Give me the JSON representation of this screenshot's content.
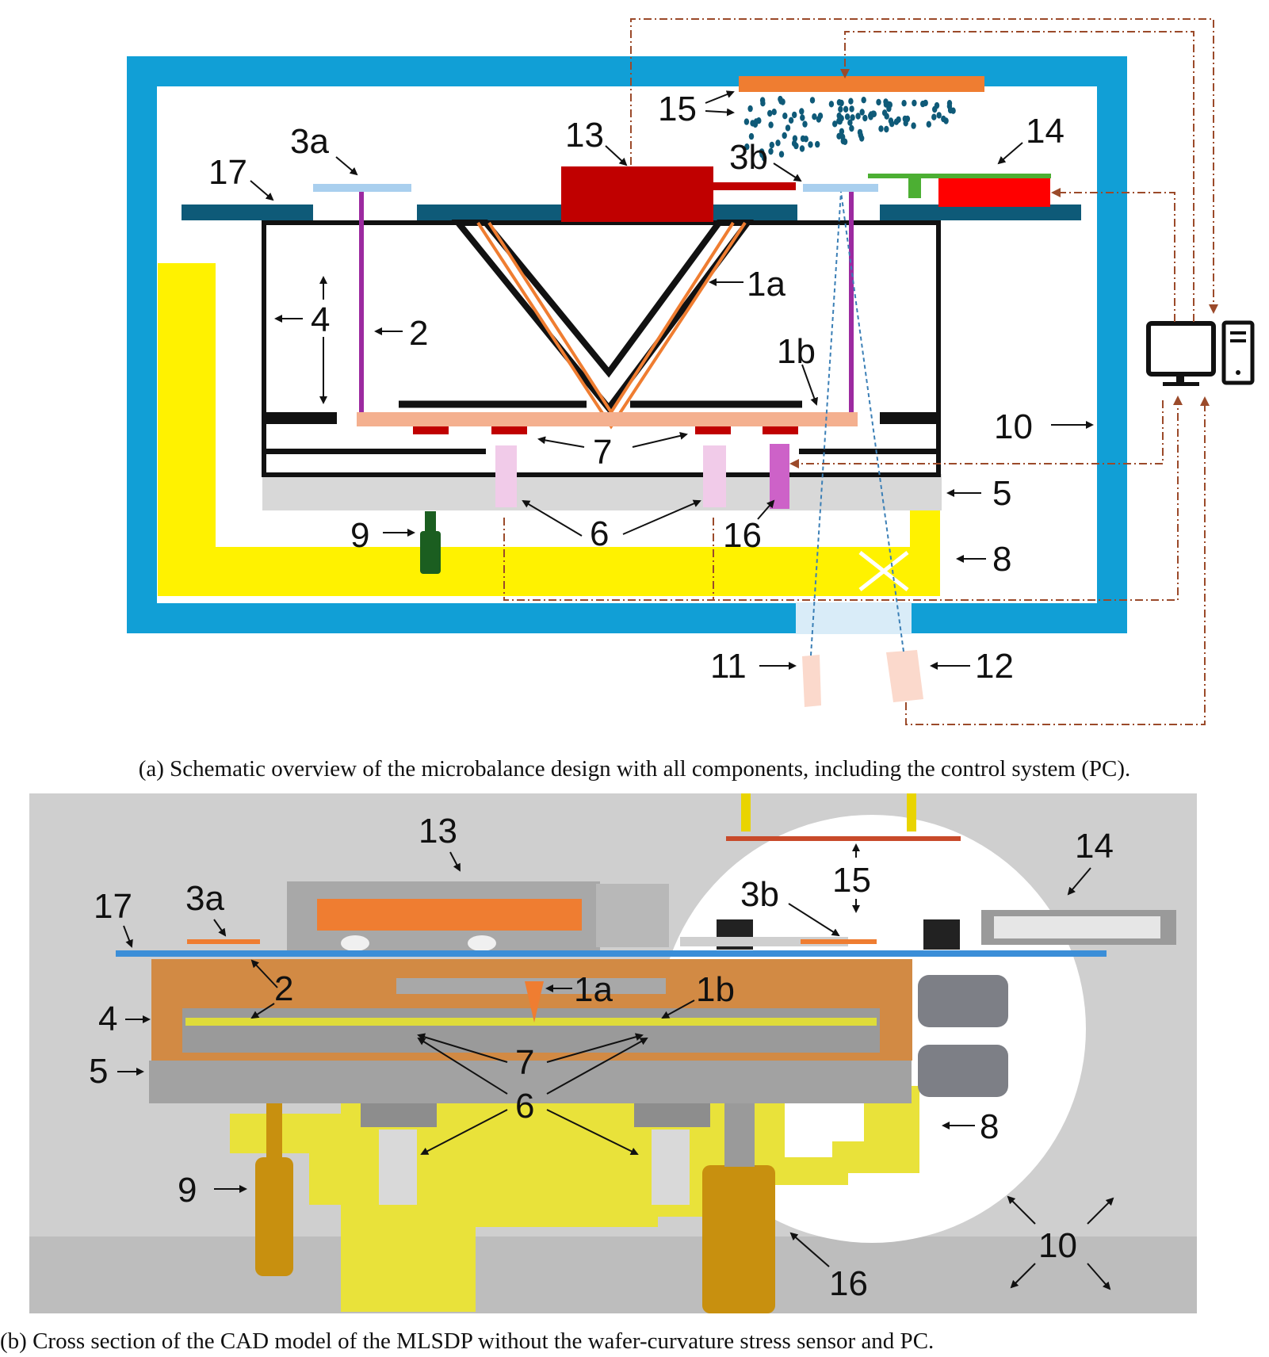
{
  "panel_a": {
    "caption": "(a) Schematic overview of the microbalance design with all components, including the control system (PC).",
    "labels": {
      "l17": "17",
      "l3a": "3a",
      "l13": "13",
      "l3b": "3b",
      "l14": "14",
      "l15": "15",
      "l4": "4",
      "l2": "2",
      "l1a": "1a",
      "l1b": "1b",
      "l7": "7",
      "l10": "10",
      "l5": "5",
      "l9": "9",
      "l6": "6",
      "l16": "16",
      "l8": "8",
      "l11": "11",
      "l12": "12"
    }
  },
  "panel_b": {
    "caption": "(b) Cross section of the CAD model of the MLSDP without the wafer-curvature stress sensor and PC.",
    "labels": {
      "l13": "13",
      "l14": "14",
      "l15": "15",
      "l17": "17",
      "l3a": "3a",
      "l3b": "3b",
      "l2": "2",
      "l1a": "1a",
      "l1b": "1b",
      "l4": "4",
      "l7": "7",
      "l5": "5",
      "l6": "6",
      "l8": "8",
      "l9": "9",
      "l10": "10",
      "l16": "16"
    }
  },
  "colors": {
    "chamber": "#119fd6",
    "frame": "#0e5a78",
    "yellow": "#fff200",
    "dark_red": "#c00000",
    "orange": "#ef7d31",
    "purple": "#9c2aa0",
    "peach": "#f4b08f",
    "red": "#ff0000",
    "green": "#4caf33",
    "dark_green": "#1b5e20",
    "pink": "#f1cbe9",
    "magenta": "#cd62c8",
    "gray": "#d8d8d8",
    "link": "#9b4a2a"
  }
}
